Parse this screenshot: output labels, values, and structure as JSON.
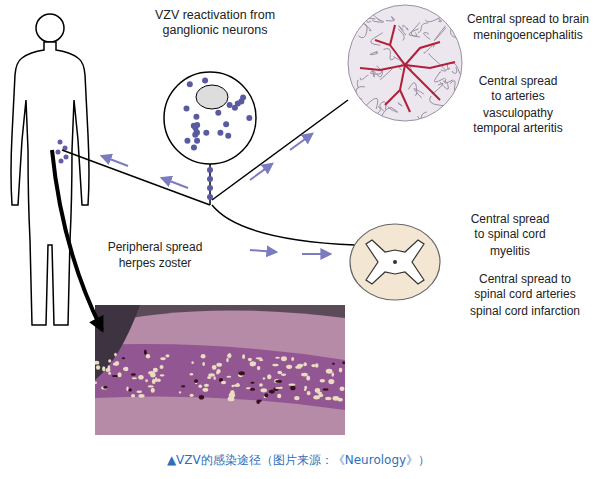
{
  "diagram": {
    "caption": "▲VZV的感染途径（图片来源：《Neurology》）",
    "labels": [
      "VZV reactivation from ganglionic neurons",
      "Central spread to brain",
      "meningoencephalitis",
      "Central spread to arteries",
      "vasculopathy temporal arteritis",
      "Central spread to spinal cord",
      "myelitis",
      "Central spread to spinal cord arteries",
      "spinal cord infarction",
      "Peripheral spread",
      "herpes zoster"
    ]
  }
}
